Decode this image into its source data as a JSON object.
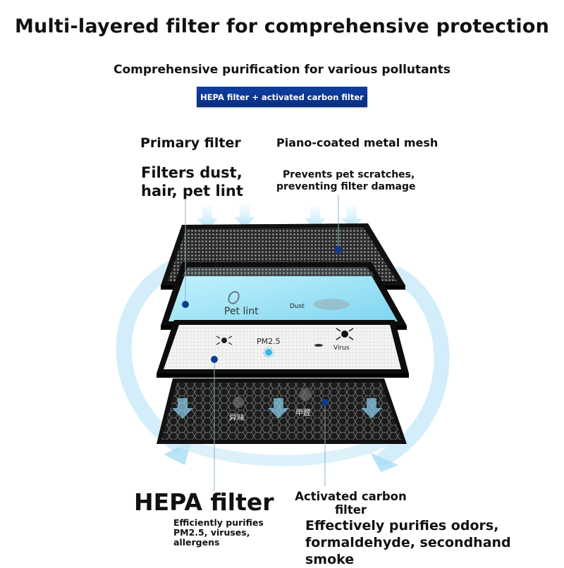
{
  "header": {
    "title": "Multi-layered filter for comprehensive protection",
    "subtitle": "Comprehensive purification for various pollutants",
    "badge": "HEPA filter + activated carbon filter"
  },
  "layers": {
    "primary": {
      "title": "Primary filter",
      "description_lines": [
        "Filters dust,",
        "hair, pet lint"
      ]
    },
    "mesh": {
      "title": "Piano-coated metal mesh",
      "description_lines": [
        "Prevents pet scratches,",
        "preventing filter damage"
      ]
    },
    "hepa": {
      "title": "HEPA filter",
      "description_lines": [
        "Efficiently purifies",
        "PM2.5, viruses,",
        "allergens"
      ]
    },
    "carbon": {
      "title_lines": [
        "Activated carbon",
        "filter"
      ],
      "description_lines": [
        "Effectively purifies odors,",
        "formaldehyde, secondhand smoke"
      ]
    }
  },
  "in_image_labels": {
    "pet_lint": "Pet lint",
    "dust": "Dust",
    "pm25": "PM2.5",
    "virus": "Virus",
    "odor": "异味",
    "formaldehyde": "甲醛"
  },
  "colors": {
    "badge": "#0f3fa0",
    "marker": "#0d3d8f",
    "airflow": "#a9dcf3",
    "frame": "#111111",
    "blue_layer": "#9ee3f7"
  }
}
